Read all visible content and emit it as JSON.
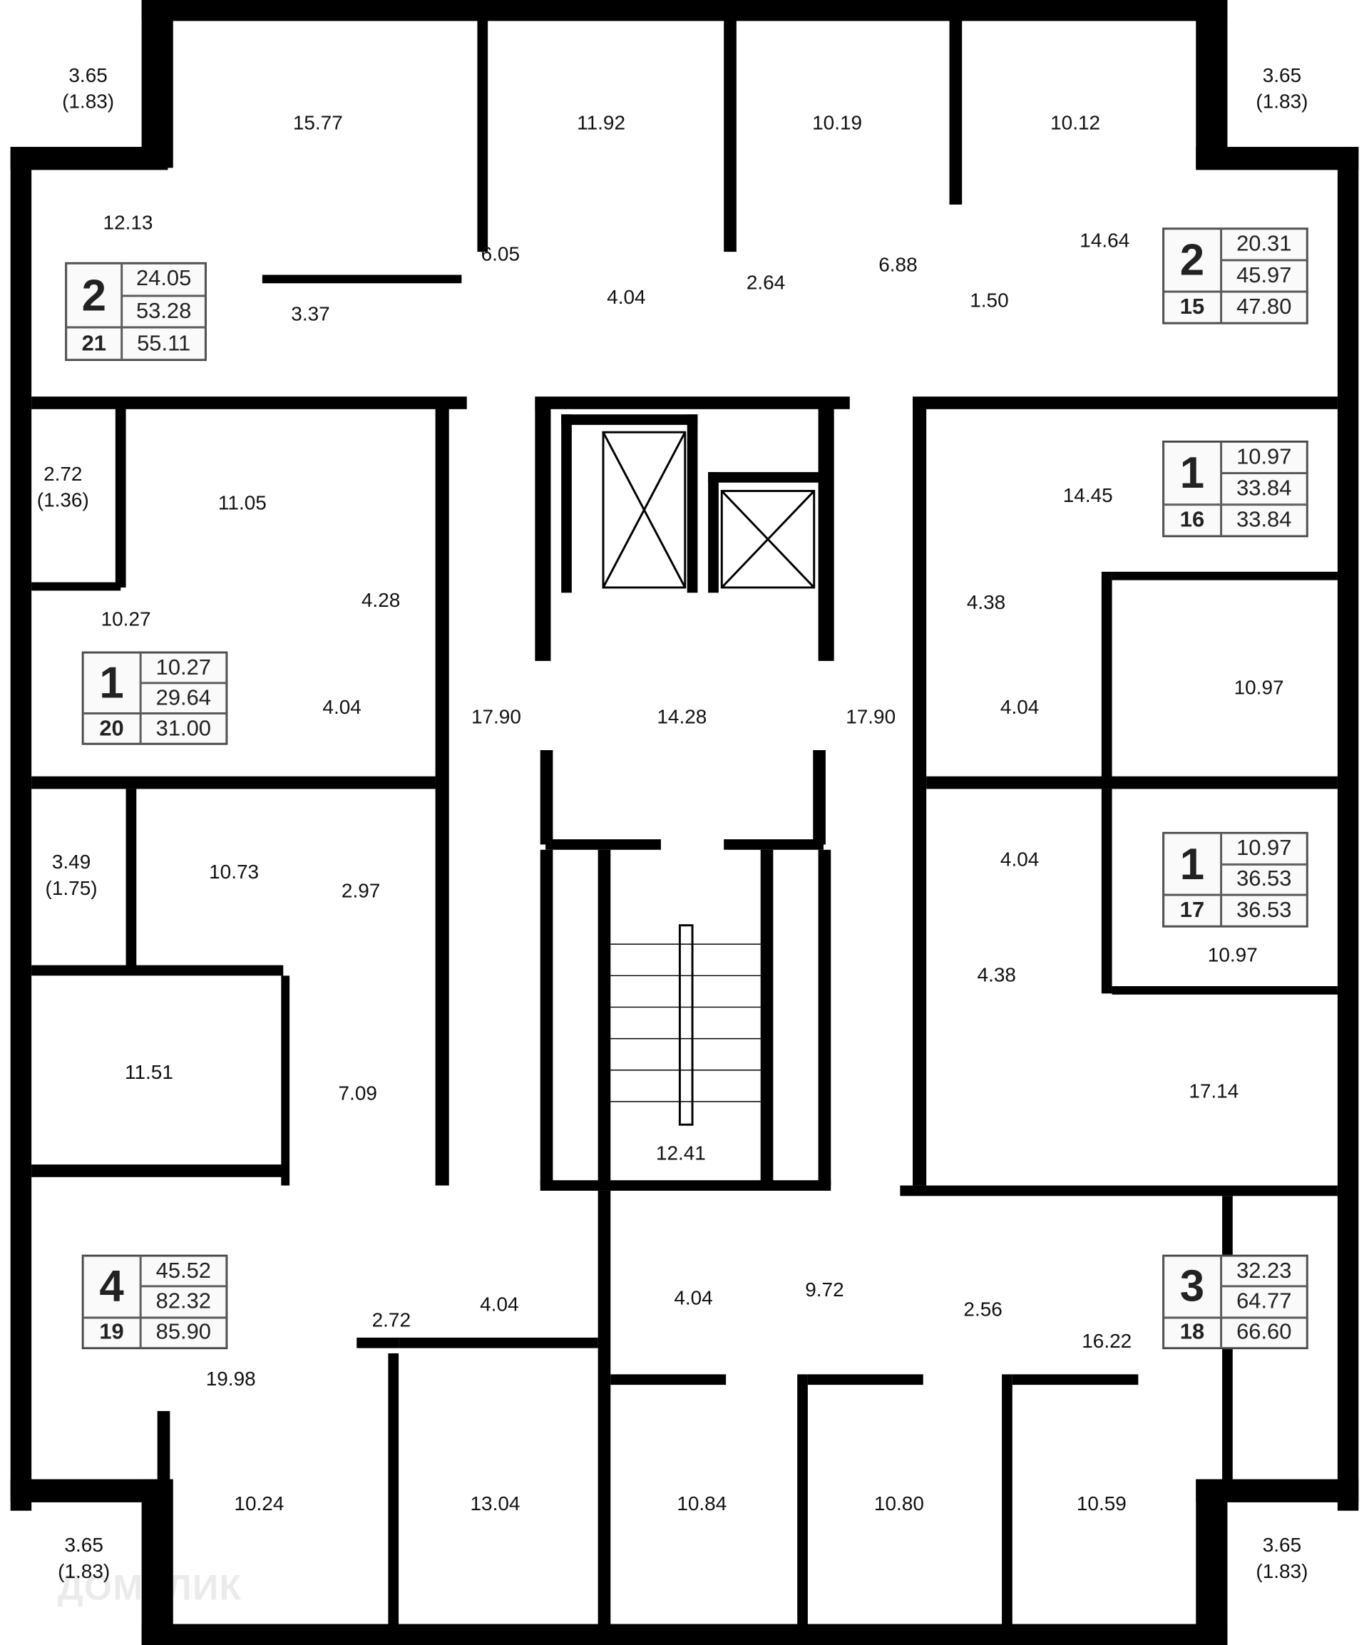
{
  "rooms": [
    {
      "id": "r1",
      "area": "15.77"
    },
    {
      "id": "r2",
      "area": "11.92"
    },
    {
      "id": "r3",
      "area": "10.19"
    },
    {
      "id": "r4",
      "area": "10.12"
    },
    {
      "id": "r5",
      "area": "12.13"
    },
    {
      "id": "r6",
      "area": "6.05"
    },
    {
      "id": "r7",
      "area": "4.04"
    },
    {
      "id": "r8",
      "area": "2.64"
    },
    {
      "id": "r9",
      "area": "6.88"
    },
    {
      "id": "r10",
      "area": "14.64"
    },
    {
      "id": "r11",
      "area": "1.50"
    },
    {
      "id": "r12",
      "area": "3.37"
    },
    {
      "id": "r13",
      "area": "11.05"
    },
    {
      "id": "r14",
      "area": "14.45"
    },
    {
      "id": "r15",
      "area": "4.28"
    },
    {
      "id": "r16",
      "area": "10.27"
    },
    {
      "id": "r17",
      "area": "4.38"
    },
    {
      "id": "r18",
      "area": "17.90"
    },
    {
      "id": "r19",
      "area": "14.28"
    },
    {
      "id": "r20",
      "area": "17.90"
    },
    {
      "id": "r21",
      "area": "4.04"
    },
    {
      "id": "r22",
      "area": "4.04"
    },
    {
      "id": "r23",
      "area": "10.97"
    },
    {
      "id": "r24",
      "area": "10.73"
    },
    {
      "id": "r25",
      "area": "2.97"
    },
    {
      "id": "r26",
      "area": "4.04"
    },
    {
      "id": "r27",
      "area": "10.97"
    },
    {
      "id": "r28",
      "area": "4.38"
    },
    {
      "id": "r29",
      "area": "11.51"
    },
    {
      "id": "r30",
      "area": "7.09"
    },
    {
      "id": "r31",
      "area": "17.14"
    },
    {
      "id": "r32",
      "area": "12.41"
    },
    {
      "id": "r33",
      "area": "9.72"
    },
    {
      "id": "r34",
      "area": "2.72"
    },
    {
      "id": "r35",
      "area": "4.04"
    },
    {
      "id": "r36",
      "area": "4.04"
    },
    {
      "id": "r37",
      "area": "2.56"
    },
    {
      "id": "r38",
      "area": "16.22"
    },
    {
      "id": "r39",
      "area": "19.98"
    },
    {
      "id": "r40",
      "area": "10.24"
    },
    {
      "id": "r41",
      "area": "13.04"
    },
    {
      "id": "r42",
      "area": "10.84"
    },
    {
      "id": "r43",
      "area": "10.80"
    },
    {
      "id": "r44",
      "area": "10.59"
    }
  ],
  "balconies": [
    {
      "area": "3.65",
      "reduced": "(1.83)"
    },
    {
      "area": "3.65",
      "reduced": "(1.83)"
    },
    {
      "area": "2.72",
      "reduced": "(1.36)"
    },
    {
      "area": "3.49",
      "reduced": "(1.75)"
    },
    {
      "area": "3.65",
      "reduced": "(1.83)"
    },
    {
      "area": "3.65",
      "reduced": "(1.83)"
    }
  ],
  "apartments": [
    {
      "number": "21",
      "rooms": "2",
      "living": "24.05",
      "total": "53.28",
      "total_with_balcony": "55.11"
    },
    {
      "number": "15",
      "rooms": "2",
      "living": "20.31",
      "total": "45.97",
      "total_with_balcony": "47.80"
    },
    {
      "number": "16",
      "rooms": "1",
      "living": "10.97",
      "total": "33.84",
      "total_with_balcony": "33.84"
    },
    {
      "number": "20",
      "rooms": "1",
      "living": "10.27",
      "total": "29.64",
      "total_with_balcony": "31.00"
    },
    {
      "number": "17",
      "rooms": "1",
      "living": "10.97",
      "total": "36.53",
      "total_with_balcony": "36.53"
    },
    {
      "number": "19",
      "rooms": "4",
      "living": "45.52",
      "total": "82.32",
      "total_with_balcony": "85.90"
    },
    {
      "number": "18",
      "rooms": "3",
      "living": "32.23",
      "total": "64.77",
      "total_with_balcony": "66.60"
    }
  ],
  "watermark": "ДОМКЛИК"
}
